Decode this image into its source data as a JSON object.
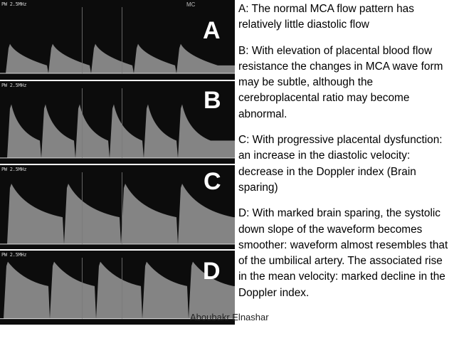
{
  "panels": [
    {
      "letter": "A",
      "header": "PW 2.5MHz",
      "extra": "MC"
    },
    {
      "letter": "B",
      "header": "PW 2.5MHz",
      "extra": ""
    },
    {
      "letter": "C",
      "header": "PW 2.5MHz",
      "extra": ""
    },
    {
      "letter": "D",
      "header": "PW 2.5MHz",
      "extra": ""
    }
  ],
  "paragraphs": [
    {
      "label": "A:",
      "text": " The normal MCA flow pattern has relatively little diastolic flow"
    },
    {
      "label": "",
      "text": "B: With elevation of placental blood flow resistance the changes in MCA wave form may be subtle, although the cerebroplacental ratio may become abnormal."
    },
    {
      "label": "",
      "text": "C: With progressive placental dysfunction: an increase in the diastolic velocity: decrease in the Doppler index (Brain sparing)"
    },
    {
      "label": "",
      "text": "D: With marked brain sparing, the systolic down slope of the waveform becomes smoother: waveform almost resembles that of the umbilical artery. The associated rise in the mean velocity: marked decline in the Doppler index."
    }
  ],
  "author": "Aboubakr Elnashar",
  "colors": {
    "panel_bg": "#0c0c0c",
    "wave": "#9a9a9a",
    "text": "#000000"
  }
}
